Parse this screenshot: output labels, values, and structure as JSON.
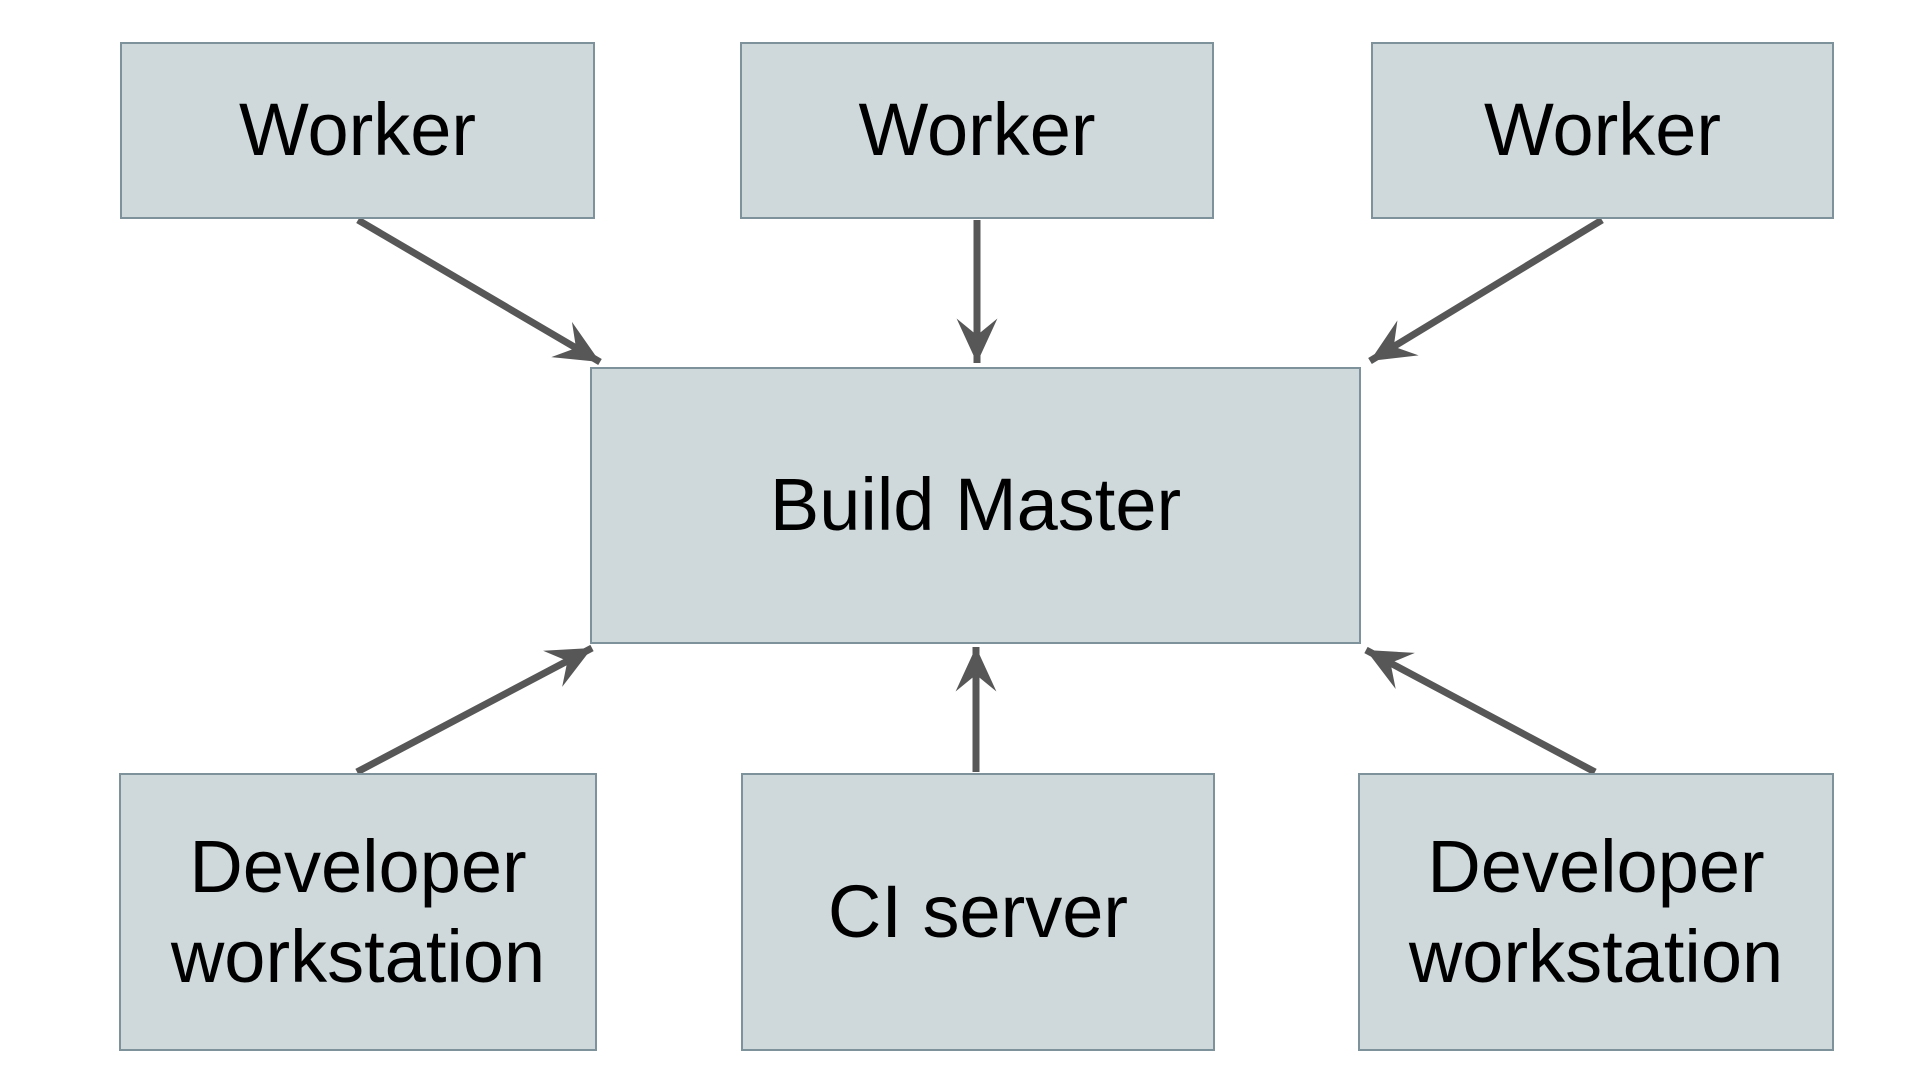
{
  "diagram": {
    "nodes": {
      "worker_left": {
        "label": "Worker"
      },
      "worker_middle": {
        "label": "Worker"
      },
      "worker_right": {
        "label": "Worker"
      },
      "build_master": {
        "label": "Build Master"
      },
      "developer_workstation_left": {
        "label": "Developer workstation"
      },
      "ci_server": {
        "label": "CI server"
      },
      "developer_workstation_right": {
        "label": "Developer workstation"
      }
    },
    "edges": [
      {
        "from": "worker_left",
        "to": "build_master"
      },
      {
        "from": "worker_middle",
        "to": "build_master"
      },
      {
        "from": "worker_right",
        "to": "build_master"
      },
      {
        "from": "developer_workstation_left",
        "to": "build_master"
      },
      {
        "from": "ci_server",
        "to": "build_master"
      },
      {
        "from": "developer_workstation_right",
        "to": "build_master"
      }
    ],
    "colors": {
      "node_fill": "#cfd8db",
      "node_border": "#7e929c",
      "arrow": "#575757",
      "text": "#000000",
      "background": "#ffffff"
    }
  }
}
